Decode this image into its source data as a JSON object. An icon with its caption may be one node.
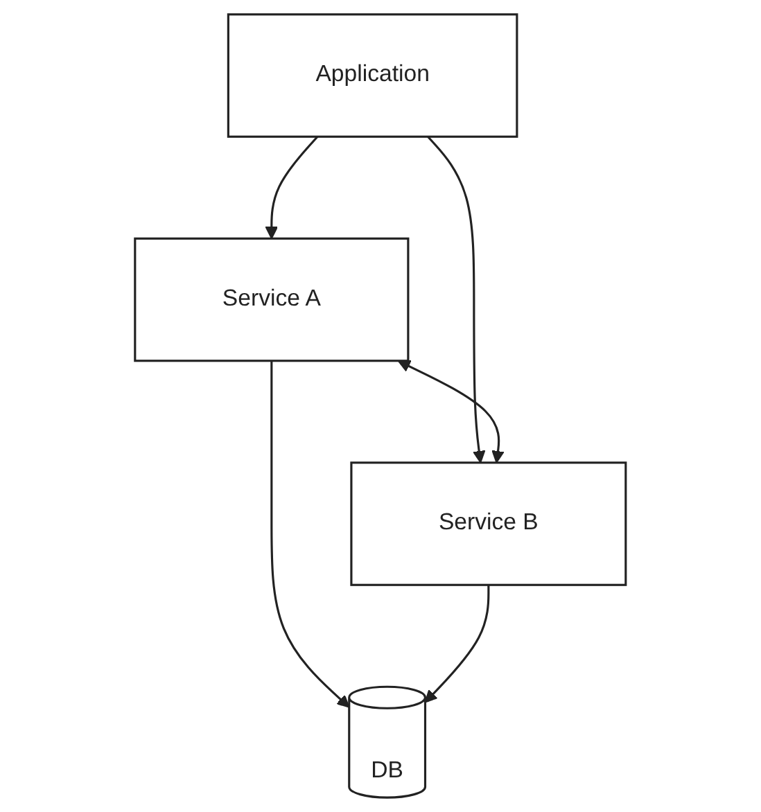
{
  "diagram": {
    "nodes": [
      {
        "text": [
          "Application"
        ]
      },
      {
        "text": [
          "Service A"
        ]
      },
      {
        "text": [
          "Service B"
        ]
      },
      {
        "text": [
          "DB"
        ]
      }
    ],
    "edges": [
      {
        "from": 0,
        "to": 1,
        "arrow": "to"
      },
      {
        "from": 0,
        "to": 2,
        "arrow": "to"
      },
      {
        "from": 1,
        "to": 2,
        "arrow": "both"
      },
      {
        "from": 1,
        "to": 3,
        "arrow": "to"
      },
      {
        "from": 2,
        "to": 3,
        "arrow": "to"
      }
    ]
  }
}
